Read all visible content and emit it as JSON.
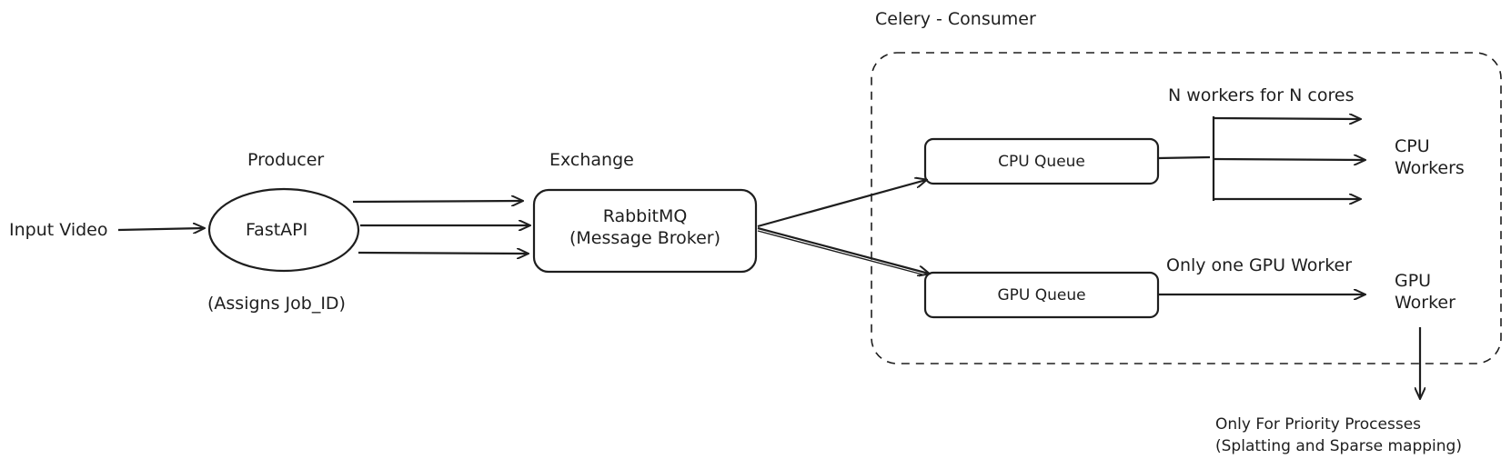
{
  "colors": {
    "stroke": "#1e1e1e",
    "background": "#ffffff"
  },
  "labels": {
    "input_video": "Input Video",
    "producer": "Producer",
    "fastapi": "FastAPI",
    "assigns_job_id": "(Assigns Job_ID)",
    "exchange": "Exchange",
    "rabbitmq_line1": "RabbitMQ",
    "rabbitmq_line2": "(Message Broker)",
    "consumer_group": "Celery - Consumer",
    "cpu_queue": "CPU Queue",
    "gpu_queue": "GPU Queue",
    "cpu_workers_note": "N workers for N cores",
    "cpu_workers_line1": "CPU",
    "cpu_workers_line2": "Workers",
    "gpu_worker_note": "Only one GPU Worker",
    "gpu_worker_line1": "GPU",
    "gpu_worker_line2": "Worker",
    "priority_line1": "Only For Priority Processes",
    "priority_line2": "(Splatting and Sparse mapping)"
  }
}
